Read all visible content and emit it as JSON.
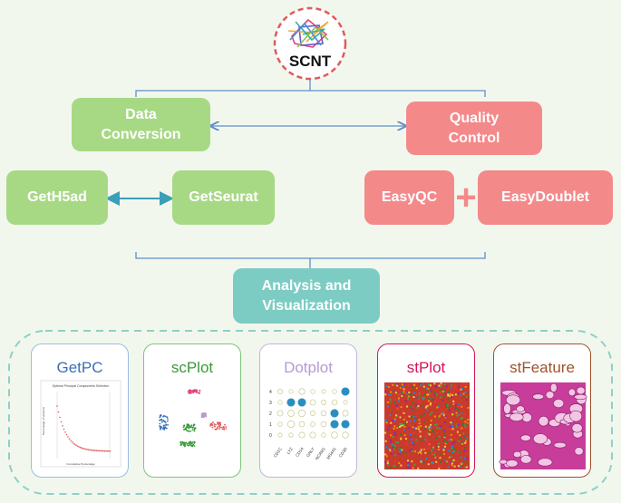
{
  "logo": {
    "label": "SCNT"
  },
  "data_conversion": {
    "label": "Data\nConversion",
    "sub1": "GetH5ad",
    "sub2": "GetSeurat"
  },
  "quality_control": {
    "label": "Quality\nControl",
    "sub1": "EasyQC",
    "plus": "+",
    "sub2": "EasyDoublet"
  },
  "analysis": {
    "label": "Analysis and\nVisualization"
  },
  "tools": [
    {
      "title": "GetPC",
      "color": "#3a6fb5",
      "plot_title": "Optimal Principal Components Selection",
      "ylabel": "Percentage of Variance",
      "xlabel": "Cumulative Percentage"
    },
    {
      "title": "scPlot",
      "color": "#3a9a3a"
    },
    {
      "title": "Dotplot",
      "color": "#b69ad1",
      "y_ticks": [
        "4",
        "3",
        "2",
        "1",
        "0"
      ],
      "x_ticks": [
        "CD1C",
        "LYZ",
        "CD14",
        "GNLY",
        "NCAM1",
        "MS4A1",
        "CD3D"
      ]
    },
    {
      "title": "stPlot",
      "color": "#d4145a"
    },
    {
      "title": "stFeature",
      "color": "#a0522d"
    }
  ],
  "colors": {
    "green": "#a7d985",
    "pink": "#f4898a",
    "teal": "#7dccc4",
    "line": "#5b8fc9",
    "dash": "#8fd0c4"
  }
}
